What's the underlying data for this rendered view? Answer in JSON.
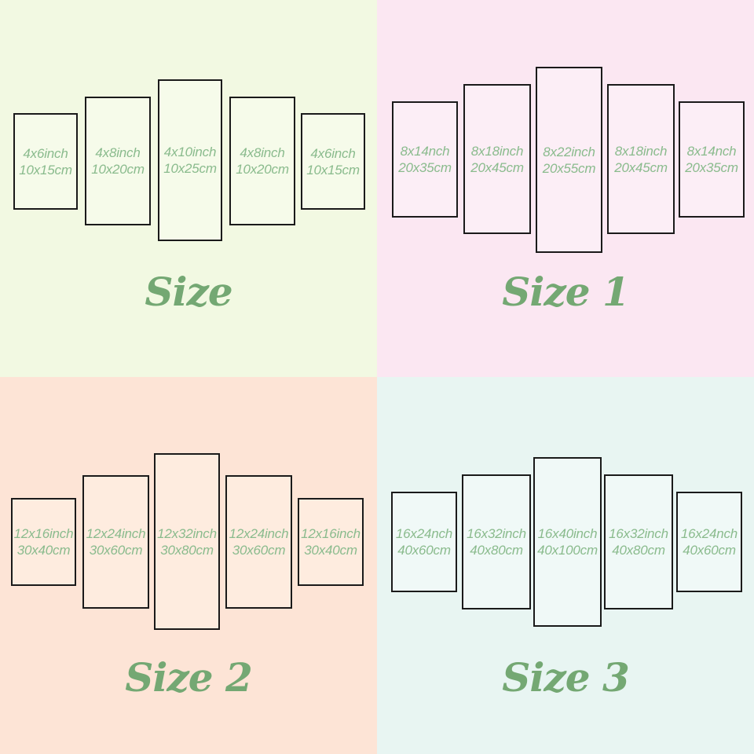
{
  "palette": {
    "panel_text_color": "#8abb8d",
    "title_color": "#74a873",
    "panel_border_color": "#1a1a1a"
  },
  "quadrants": [
    {
      "title": "Size",
      "bg_color": "#f2f9e2",
      "panel_fill": "#f6fbea",
      "panels": [
        {
          "inch": "4x6inch",
          "cm": "10x15cm"
        },
        {
          "inch": "4x8inch",
          "cm": "10x20cm"
        },
        {
          "inch": "4x10inch",
          "cm": "10x25cm"
        },
        {
          "inch": "4x8inch",
          "cm": "10x20cm"
        },
        {
          "inch": "4x6inch",
          "cm": "10x15cm"
        }
      ]
    },
    {
      "title": "Size 1",
      "bg_color": "#fbe7f2",
      "panel_fill": "#fceef6",
      "panels": [
        {
          "inch": "8x14nch",
          "cm": "20x35cm"
        },
        {
          "inch": "8x18inch",
          "cm": "20x45cm"
        },
        {
          "inch": "8x22inch",
          "cm": "20x55cm"
        },
        {
          "inch": "8x18inch",
          "cm": "20x45cm"
        },
        {
          "inch": "8x14nch",
          "cm": "20x35cm"
        }
      ]
    },
    {
      "title": "Size 2",
      "bg_color": "#fde4d6",
      "panel_fill": "#feecdf",
      "panels": [
        {
          "inch": "12x16inch",
          "cm": "30x40cm"
        },
        {
          "inch": "12x24inch",
          "cm": "30x60cm"
        },
        {
          "inch": "12x32inch",
          "cm": "30x80cm"
        },
        {
          "inch": "12x24inch",
          "cm": "30x60cm"
        },
        {
          "inch": "12x16inch",
          "cm": "30x40cm"
        }
      ]
    },
    {
      "title": "Size 3",
      "bg_color": "#e8f5f2",
      "panel_fill": "#f0f9f7",
      "panels": [
        {
          "inch": "16x24nch",
          "cm": "40x60cm"
        },
        {
          "inch": "16x32inch",
          "cm": "40x80cm"
        },
        {
          "inch": "16x40inch",
          "cm": "40x100cm"
        },
        {
          "inch": "16x32inch",
          "cm": "40x80cm"
        },
        {
          "inch": "16x24nch",
          "cm": "40x60cm"
        }
      ]
    }
  ]
}
